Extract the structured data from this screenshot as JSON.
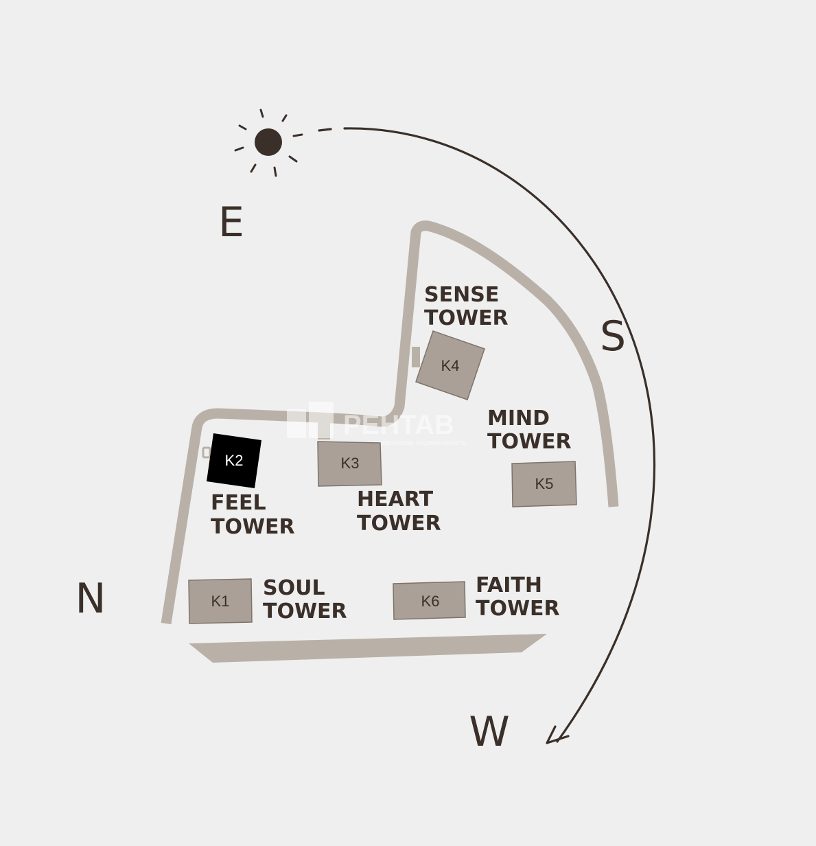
{
  "compass": {
    "east": "E",
    "south": "S",
    "north": "N",
    "west": "W"
  },
  "buildings": [
    {
      "code": "K1",
      "name_line1": "SOUL",
      "name_line2": "TOWER",
      "highlighted": false
    },
    {
      "code": "K2",
      "name_line1": "FEEL",
      "name_line2": "TOWER",
      "highlighted": true
    },
    {
      "code": "K3",
      "name_line1": "HEART",
      "name_line2": "TOWER",
      "highlighted": false
    },
    {
      "code": "K4",
      "name_line1": "SENSE",
      "name_line2": "TOWER",
      "highlighted": false
    },
    {
      "code": "K5",
      "name_line1": "MIND",
      "name_line2": "TOWER",
      "highlighted": false
    },
    {
      "code": "K6",
      "name_line1": "FAITH",
      "name_line2": "TOWER",
      "highlighted": false
    }
  ],
  "watermark": {
    "brand": "РЕНТАВ",
    "tagline": "вся коммерческая недвижимость"
  },
  "colors": {
    "background": "#efefef",
    "ink": "#3a2f29",
    "site_outline": "#b9b0a7",
    "building": "#aaa097",
    "building_stroke": "#7c736b",
    "highlight": "#000000",
    "highlight_text": "#ffffff"
  },
  "icons": {
    "sun": "sun-icon",
    "arrow": "sun-path-arrow-icon"
  }
}
